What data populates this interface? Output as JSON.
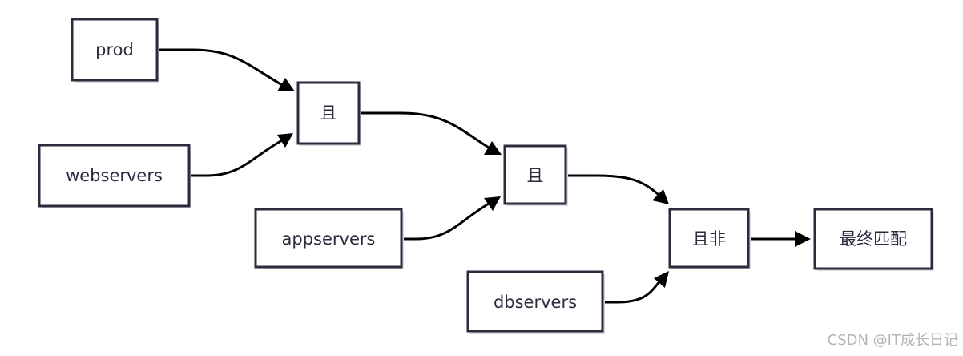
{
  "nodes": {
    "prod": "prod",
    "webservers": "webservers",
    "and1": "且",
    "appservers": "appservers",
    "and2": "且",
    "dbservers": "dbservers",
    "andnot": "且非",
    "result": "最终匹配"
  },
  "edges": [
    {
      "from": "prod",
      "to": "and1"
    },
    {
      "from": "webservers",
      "to": "and1"
    },
    {
      "from": "and1",
      "to": "and2"
    },
    {
      "from": "appservers",
      "to": "and2"
    },
    {
      "from": "and2",
      "to": "andnot"
    },
    {
      "from": "dbservers",
      "to": "andnot"
    },
    {
      "from": "andnot",
      "to": "result"
    }
  ],
  "watermark": "CSDN @IT成长日记",
  "colors": {
    "border": "#2b2b3e",
    "edge": "#000000",
    "shadow": "#d9d9de",
    "watermark": "#b4b4b4"
  }
}
